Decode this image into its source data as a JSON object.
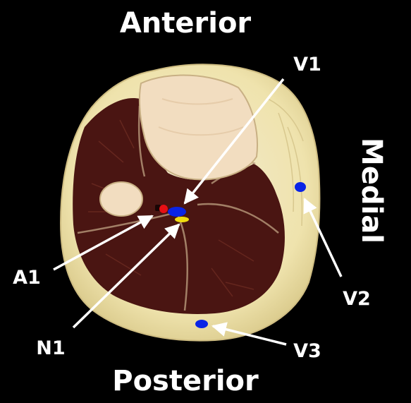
{
  "orientation": {
    "top": "Anterior",
    "bottom": "Posterior",
    "right": "Medial"
  },
  "labels": {
    "v1": "V1",
    "v2": "V2",
    "v3": "V3",
    "a1": "A1",
    "n1": "N1"
  },
  "colors": {
    "background": "#000000",
    "label": "#ffffff",
    "vein_marker": "#0a24e6",
    "artery_marker": "#e60f14",
    "nerve_marker": "#f0dc10",
    "fat": "#efe4b0",
    "muscle": "#4a1512",
    "bone": "#f2ddc0"
  }
}
